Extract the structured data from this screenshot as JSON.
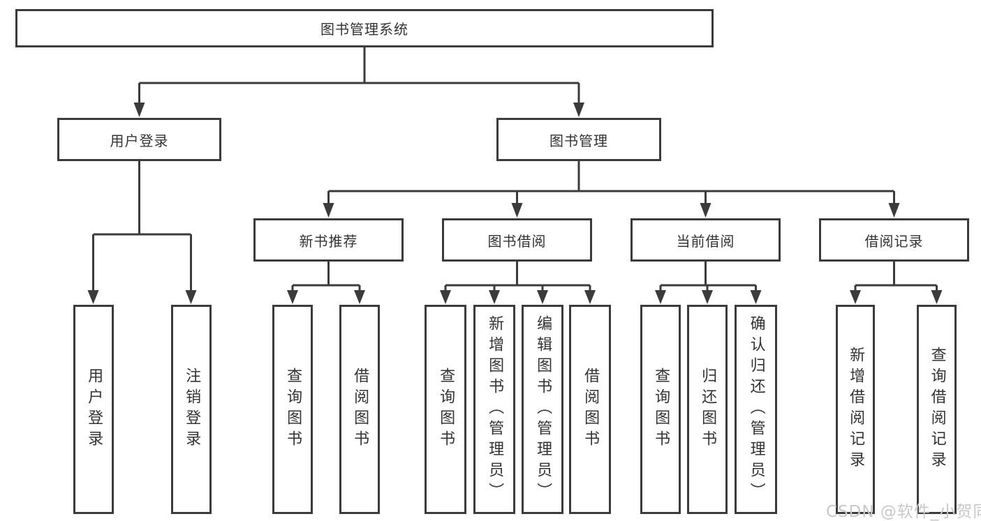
{
  "diagram": {
    "root": {
      "label": "图书管理系统"
    },
    "branches": [
      {
        "label": "用户登录",
        "children": [
          {
            "label": "用户登录"
          },
          {
            "label": "注销登录"
          }
        ]
      },
      {
        "label": "图书管理",
        "groups": [
          {
            "label": "新书推荐",
            "children": [
              {
                "label": "查询图书"
              },
              {
                "label": "借阅图书"
              }
            ]
          },
          {
            "label": "图书借阅",
            "children": [
              {
                "label": "查询图书"
              },
              {
                "label": "新增图书（管理员）"
              },
              {
                "label": "编辑图书（管理员）"
              },
              {
                "label": "借阅图书"
              }
            ]
          },
          {
            "label": "当前借阅",
            "children": [
              {
                "label": "查询图书"
              },
              {
                "label": "归还图书"
              },
              {
                "label": "确认归还（管理员）"
              }
            ]
          },
          {
            "label": "借阅记录",
            "children": [
              {
                "label": "新增借阅记录"
              },
              {
                "label": "查询借阅记录"
              }
            ]
          }
        ]
      }
    ]
  },
  "watermark": {
    "text": "CSDN @软件_小贺同学"
  },
  "colors": {
    "line": "#3b3b3b",
    "text": "#333333",
    "watermark": "#cac7c7",
    "bg": "#ffffff"
  }
}
